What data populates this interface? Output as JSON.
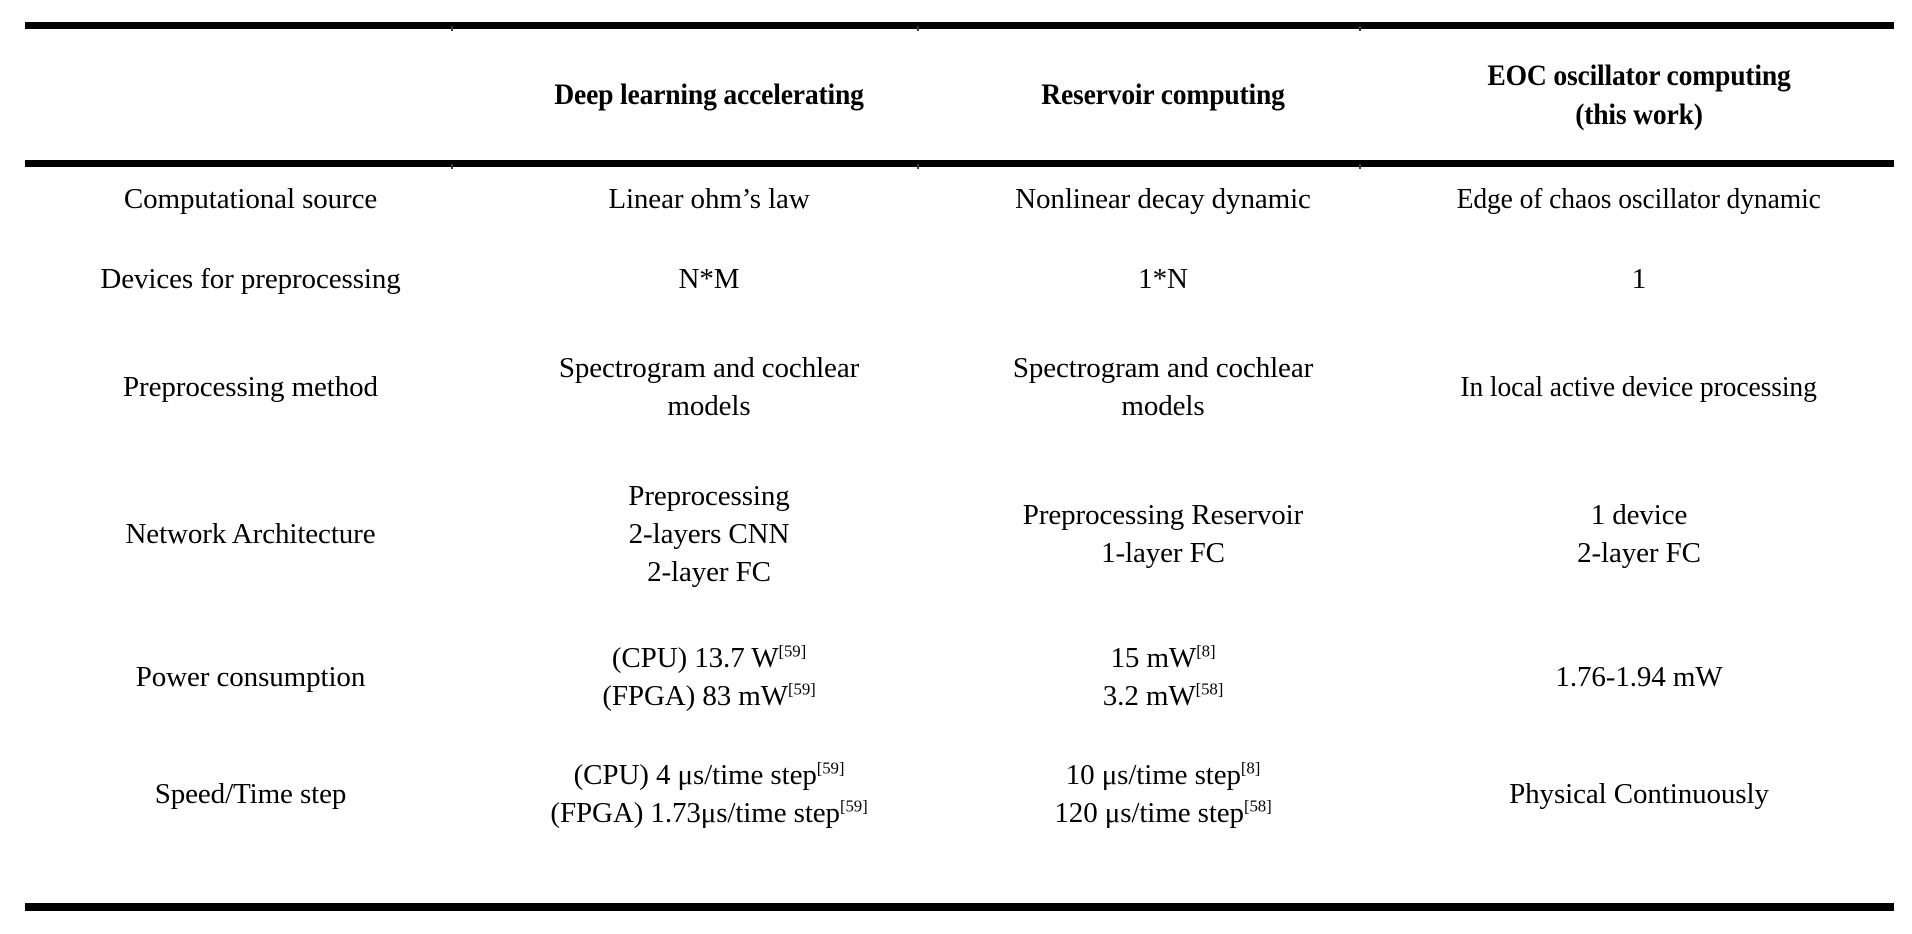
{
  "table": {
    "columns": [
      {
        "key": "metric",
        "header_lines": [
          "",
          ""
        ]
      },
      {
        "key": "deep",
        "header_lines": [
          "Deep learning accelerating",
          ""
        ]
      },
      {
        "key": "reservoir",
        "header_lines": [
          "Reservoir computing",
          ""
        ]
      },
      {
        "key": "eoc",
        "header_lines": [
          "EOC oscillator computing",
          "(this work)"
        ]
      }
    ],
    "rows": [
      {
        "label": "Computational source",
        "deep": {
          "lines": [
            "Linear ohm’s law"
          ]
        },
        "reservoir": {
          "lines": [
            "Nonlinear decay dynamic"
          ]
        },
        "eoc": {
          "lines": [
            "Edge of chaos oscillator dynamic"
          ]
        }
      },
      {
        "label": "Devices for preprocessing",
        "deep": {
          "lines": [
            "N*M"
          ]
        },
        "reservoir": {
          "lines": [
            "1*N"
          ]
        },
        "eoc": {
          "lines": [
            "1"
          ]
        }
      },
      {
        "label": "Preprocessing method",
        "deep": {
          "lines": [
            "Spectrogram and cochlear",
            "models"
          ]
        },
        "reservoir": {
          "lines": [
            "Spectrogram and cochlear",
            "models"
          ]
        },
        "eoc": {
          "lines": [
            "In local active device processing"
          ]
        }
      },
      {
        "label": "Network Architecture",
        "deep": {
          "lines": [
            "Preprocessing",
            "2-layers CNN",
            "2-layer FC"
          ]
        },
        "reservoir": {
          "lines": [
            "Preprocessing Reservoir",
            "1-layer FC"
          ]
        },
        "eoc": {
          "lines": [
            "1 device",
            "2-layer FC"
          ]
        }
      },
      {
        "label": "Power consumption",
        "deep": {
          "lines": [
            "(CPU) 13.7 W",
            "(FPGA) 83 mW"
          ],
          "refs": [
            "[59]",
            "[59]"
          ]
        },
        "reservoir": {
          "lines": [
            "15 mW",
            "3.2 mW"
          ],
          "refs": [
            "[8]",
            "[58]"
          ]
        },
        "eoc": {
          "lines": [
            "1.76-1.94 mW"
          ],
          "refs": [
            ""
          ]
        }
      },
      {
        "label": "Speed/Time step",
        "deep": {
          "lines": [
            "(CPU) 4 μs/time step",
            "(FPGA) 1.73μs/time step"
          ],
          "refs": [
            "[59]",
            "[59]"
          ]
        },
        "reservoir": {
          "lines": [
            "10 μs/time step",
            "120 μs/time step"
          ],
          "refs": [
            "[8]",
            "[58]"
          ]
        },
        "eoc": {
          "lines": [
            "Physical Continuously"
          ],
          "refs": [
            ""
          ]
        }
      }
    ]
  },
  "style": {
    "rule_color": "#000000",
    "text_color": "#000000",
    "background": "#ffffff"
  }
}
